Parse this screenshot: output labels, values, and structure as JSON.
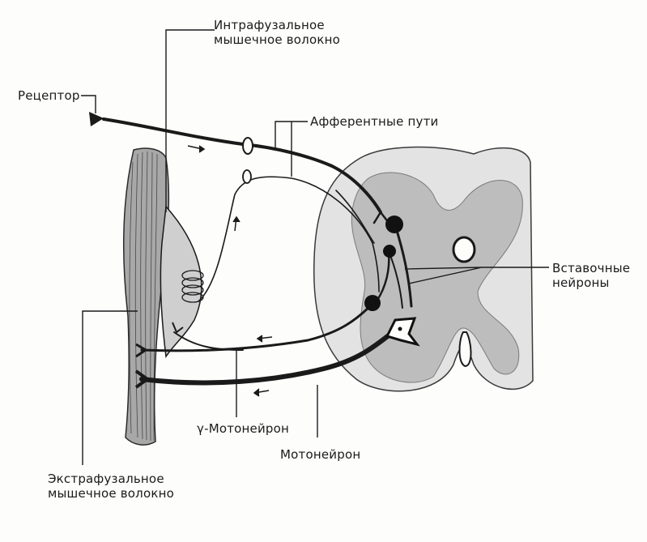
{
  "labels": {
    "intrafusal_line1": "Интрафузальное",
    "intrafusal_line2": "мышечное волокно",
    "receptor": "Рецептор",
    "afferent": "Афферентные  пути",
    "interneurons_line1": "Вставочные",
    "interneurons_line2": "нейроны",
    "gamma_motoneuron": "γ-Мотонейрон",
    "motoneuron": "Мотонейрон",
    "extrafusal_line1": "Экстрафузальное",
    "extrafusal_line2": "мышечное волокно"
  },
  "colors": {
    "ink": "#1a1a1a",
    "gray_matter": "#bdbdbd",
    "white_matter": "#e3e3e3",
    "paper": "#fdfdfc"
  }
}
